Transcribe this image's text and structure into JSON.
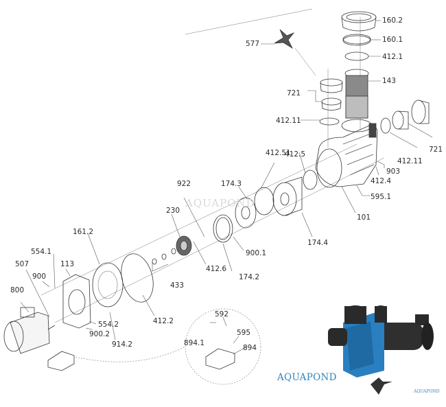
{
  "diagram": {
    "title": "Pump exploded view parts diagram",
    "watermark": "AQUAPOND",
    "brand_logo": "AQUAPOND",
    "brand_logo_small": "AQUAPOND",
    "accent_color": "#2f86b8",
    "product_photo_color": "#2a7fc0",
    "parts": [
      {
        "id": "160.2",
        "label": "160.2"
      },
      {
        "id": "160.1",
        "label": "160.1"
      },
      {
        "id": "412.1",
        "label": "412.1"
      },
      {
        "id": "577",
        "label": "577"
      },
      {
        "id": "143",
        "label": "143"
      },
      {
        "id": "721a",
        "label": "721"
      },
      {
        "id": "412.11a",
        "label": "412.11"
      },
      {
        "id": "721b",
        "label": "721"
      },
      {
        "id": "412.11b",
        "label": "412.11"
      },
      {
        "id": "903",
        "label": "903"
      },
      {
        "id": "412.4",
        "label": "412.4"
      },
      {
        "id": "412.51",
        "label": "412.51"
      },
      {
        "id": "412.5",
        "label": "412.5"
      },
      {
        "id": "595.1",
        "label": "595.1"
      },
      {
        "id": "101",
        "label": "101"
      },
      {
        "id": "922",
        "label": "922"
      },
      {
        "id": "174.3",
        "label": "174.3"
      },
      {
        "id": "230",
        "label": "230"
      },
      {
        "id": "900.1",
        "label": "900.1"
      },
      {
        "id": "174.4",
        "label": "174.4"
      },
      {
        "id": "161.2",
        "label": "161.2"
      },
      {
        "id": "412.6",
        "label": "412.6"
      },
      {
        "id": "174.2",
        "label": "174.2"
      },
      {
        "id": "554.1",
        "label": "554.1"
      },
      {
        "id": "507",
        "label": "507"
      },
      {
        "id": "113",
        "label": "113"
      },
      {
        "id": "433",
        "label": "433"
      },
      {
        "id": "900",
        "label": "900"
      },
      {
        "id": "800",
        "label": "800"
      },
      {
        "id": "554.2",
        "label": "554.2"
      },
      {
        "id": "412.2",
        "label": "412.2"
      },
      {
        "id": "900.2",
        "label": "900.2"
      },
      {
        "id": "914.2",
        "label": "914.2"
      },
      {
        "id": "592",
        "label": "592"
      },
      {
        "id": "894.1",
        "label": "894.1"
      },
      {
        "id": "595",
        "label": "595"
      },
      {
        "id": "894",
        "label": "894"
      }
    ]
  }
}
